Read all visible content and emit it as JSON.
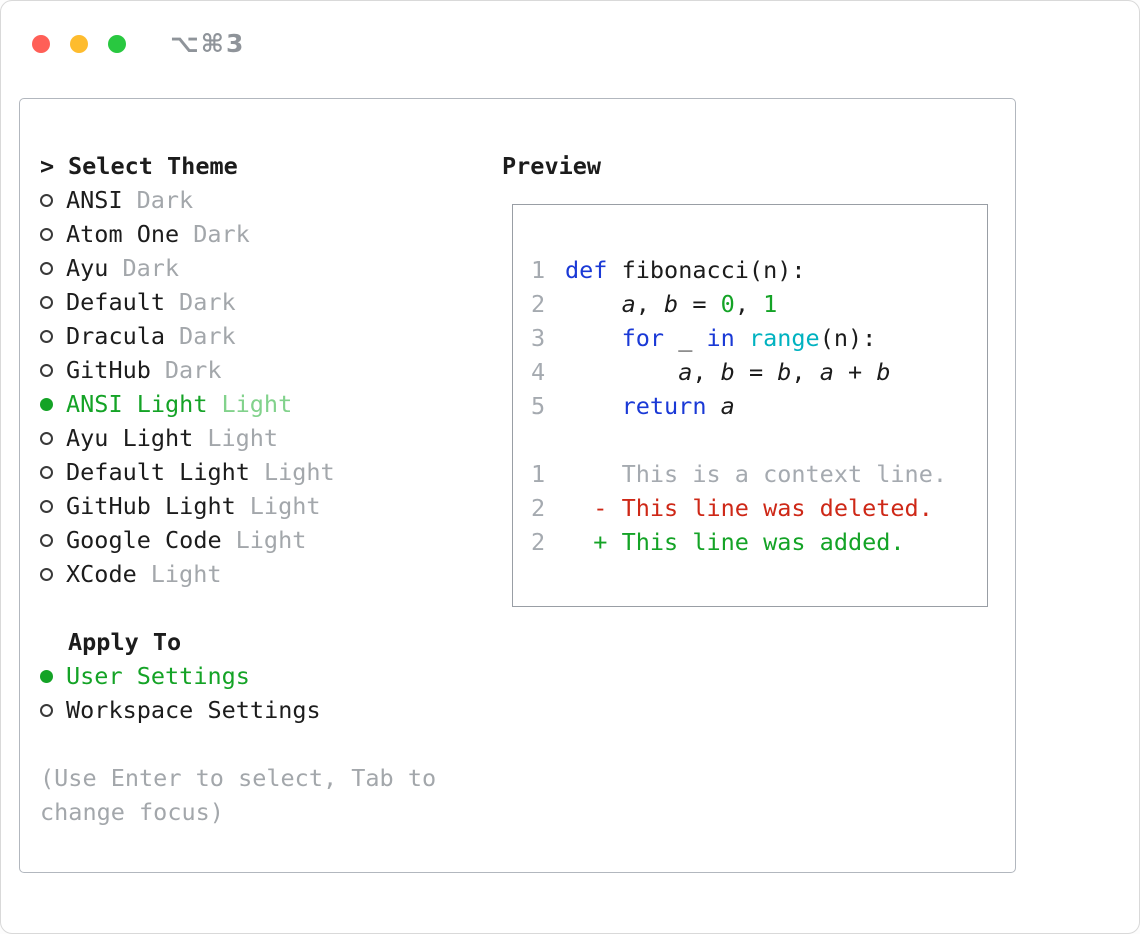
{
  "window": {
    "title": "⌥⌘3"
  },
  "colors": {
    "traffic_red": "#ff5f57",
    "traffic_yellow": "#febc2e",
    "traffic_green": "#29c840",
    "accent_green": "#14a326",
    "accent_green_soft": "#82d28c",
    "keyword_blue": "#1a39d6",
    "builtin_cyan": "#00b2c0",
    "number_green": "#14a326",
    "deleted_red": "#ce2817",
    "muted_gray": "#a3a7ab"
  },
  "theme_selector": {
    "prompt": ">",
    "header": "Select Theme",
    "items": [
      {
        "name": "ANSI",
        "variant": "Dark",
        "selected": false
      },
      {
        "name": "Atom One",
        "variant": "Dark",
        "selected": false
      },
      {
        "name": "Ayu",
        "variant": "Dark",
        "selected": false
      },
      {
        "name": "Default",
        "variant": "Dark",
        "selected": false
      },
      {
        "name": "Dracula",
        "variant": "Dark",
        "selected": false
      },
      {
        "name": "GitHub",
        "variant": "Dark",
        "selected": false
      },
      {
        "name": "ANSI Light",
        "variant": "Light",
        "selected": true
      },
      {
        "name": "Ayu Light",
        "variant": "Light",
        "selected": false
      },
      {
        "name": "Default Light",
        "variant": "Light",
        "selected": false
      },
      {
        "name": "GitHub Light",
        "variant": "Light",
        "selected": false
      },
      {
        "name": "Google Code",
        "variant": "Light",
        "selected": false
      },
      {
        "name": "XCode",
        "variant": "Light",
        "selected": false
      }
    ]
  },
  "apply_section": {
    "header": "Apply To",
    "options": [
      {
        "label": "User Settings",
        "selected": true
      },
      {
        "label": "Workspace Settings",
        "selected": false
      }
    ]
  },
  "hint": "(Use Enter to select, Tab to change focus)",
  "preview": {
    "header": "Preview",
    "code_lines": [
      {
        "num": "1",
        "tokens": [
          {
            "t": "def",
            "c": "kw"
          },
          {
            "t": " fibonacci(n):",
            "c": "pl"
          }
        ]
      },
      {
        "num": "2",
        "tokens": [
          {
            "t": "    ",
            "c": "pl"
          },
          {
            "t": "a",
            "c": "it"
          },
          {
            "t": ", ",
            "c": "pl"
          },
          {
            "t": "b",
            "c": "it"
          },
          {
            "t": " = ",
            "c": "pl"
          },
          {
            "t": "0",
            "c": "num"
          },
          {
            "t": ", ",
            "c": "pl"
          },
          {
            "t": "1",
            "c": "num"
          }
        ]
      },
      {
        "num": "3",
        "tokens": [
          {
            "t": "    ",
            "c": "pl"
          },
          {
            "t": "for",
            "c": "kw"
          },
          {
            "t": " _ ",
            "c": "pl"
          },
          {
            "t": "in",
            "c": "kw"
          },
          {
            "t": " ",
            "c": "pl"
          },
          {
            "t": "range",
            "c": "fn"
          },
          {
            "t": "(n):",
            "c": "pl"
          }
        ]
      },
      {
        "num": "4",
        "tokens": [
          {
            "t": "        ",
            "c": "pl"
          },
          {
            "t": "a",
            "c": "it"
          },
          {
            "t": ", ",
            "c": "pl"
          },
          {
            "t": "b",
            "c": "it"
          },
          {
            "t": " = ",
            "c": "pl"
          },
          {
            "t": "b",
            "c": "it"
          },
          {
            "t": ", ",
            "c": "pl"
          },
          {
            "t": "a",
            "c": "it"
          },
          {
            "t": " + ",
            "c": "pl"
          },
          {
            "t": "b",
            "c": "it"
          }
        ]
      },
      {
        "num": "5",
        "tokens": [
          {
            "t": "    ",
            "c": "pl"
          },
          {
            "t": "return",
            "c": "kw"
          },
          {
            "t": " ",
            "c": "pl"
          },
          {
            "t": "a",
            "c": "it"
          }
        ]
      }
    ],
    "diff_lines": [
      {
        "num": "1",
        "content": "    This is a context line.",
        "type": "context"
      },
      {
        "num": "2",
        "content": "  - This line was deleted.",
        "type": "deleted"
      },
      {
        "num": "2",
        "content": "  + This line was added.",
        "type": "added"
      }
    ]
  }
}
